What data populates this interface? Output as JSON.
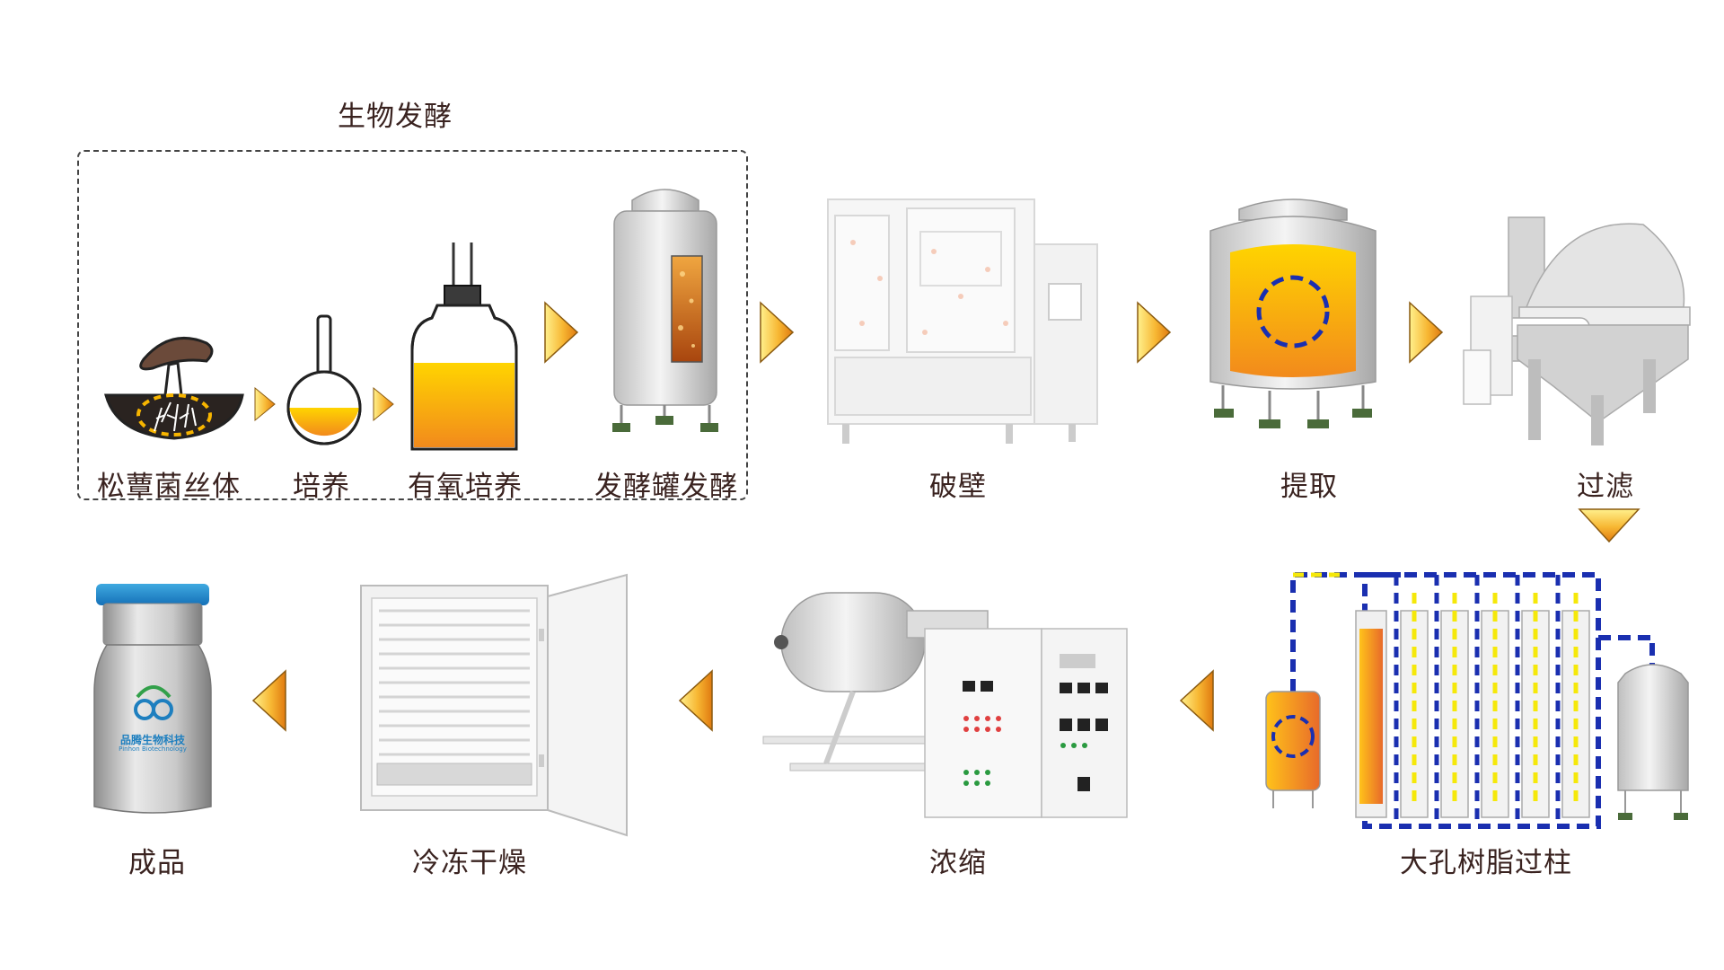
{
  "group": {
    "title": "生物发酵"
  },
  "steps": [
    {
      "id": "mycelium",
      "label": "松蕈菌丝体"
    },
    {
      "id": "culture",
      "label": "培养"
    },
    {
      "id": "aerobic",
      "label": "有氧培养"
    },
    {
      "id": "fermenter",
      "label": "发酵罐发酵"
    },
    {
      "id": "crushing",
      "label": "破壁"
    },
    {
      "id": "extraction",
      "label": "提取"
    },
    {
      "id": "filtration",
      "label": "过滤"
    },
    {
      "id": "resin",
      "label": "大孔树脂过柱"
    },
    {
      "id": "concentrate",
      "label": "浓缩"
    },
    {
      "id": "freeze",
      "label": "冷冻干燥"
    },
    {
      "id": "product",
      "label": "成品"
    }
  ],
  "product_logo": {
    "cn": "品腾生物科技",
    "en": "Pinhon Biotechnology"
  },
  "colors": {
    "arrow_top": "#fde47a",
    "arrow_bottom": "#e3861e",
    "text": "#3a2320",
    "resin_blue": "#1a2fb0",
    "resin_yellow": "#f5e80a"
  }
}
